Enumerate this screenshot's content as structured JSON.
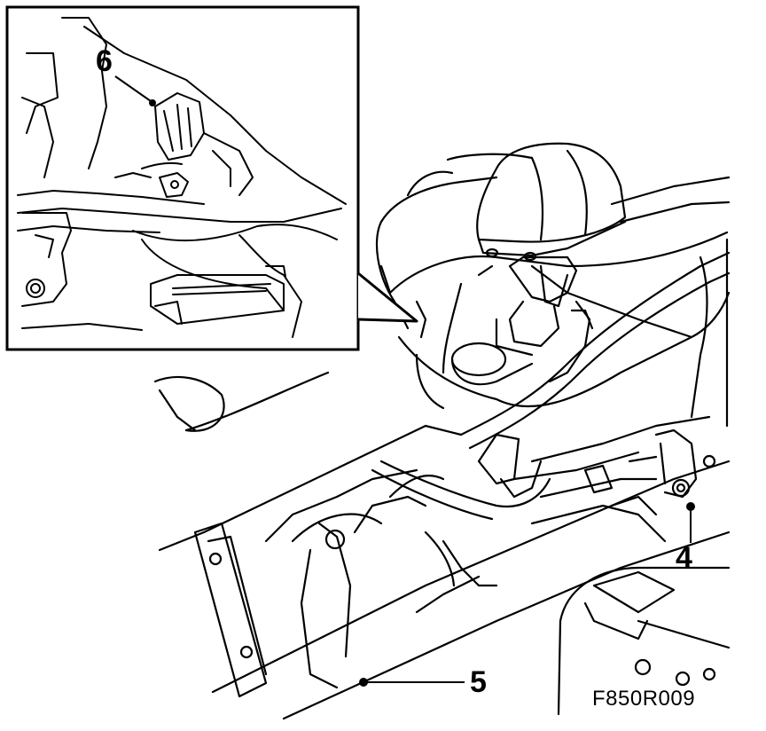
{
  "diagram": {
    "callouts": [
      {
        "id": "6",
        "label": "6"
      },
      {
        "id": "4",
        "label": "4"
      },
      {
        "id": "5",
        "label": "5"
      }
    ],
    "figure_code": "F850R009",
    "colors": {
      "ink": "#000000",
      "paper": "#ffffff"
    }
  }
}
